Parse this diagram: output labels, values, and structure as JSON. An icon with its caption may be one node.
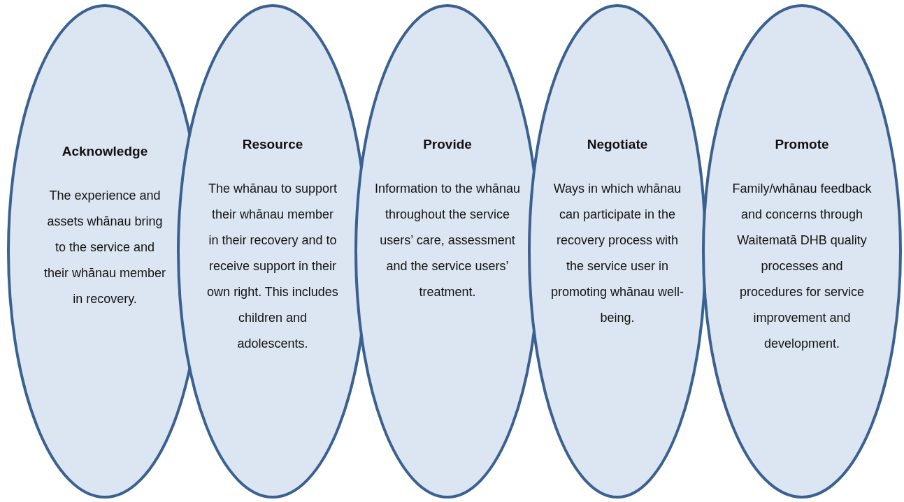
{
  "diagram": {
    "nodes": [
      {
        "text": [
          "Acknowledge",
          "The experience and assets whānau bring to the service and their whānau member in recovery."
        ]
      },
      {
        "text": [
          "Resource",
          "The whānau to support their whānau member in their recovery and to receive support in their own right. This includes children and adolescents."
        ]
      },
      {
        "text": [
          "Provide",
          "Information to the whānau throughout the service users’ care, assessment and the service users’ treatment."
        ]
      },
      {
        "text": [
          "Negotiate",
          "Ways in which whānau can participate in the recovery process with the service user in promoting whānau well-being."
        ]
      },
      {
        "text": [
          "Promote",
          "Family/whānau feedback and concerns through Waitematā DHB quality processes and procedures for service improvement and development."
        ]
      }
    ]
  }
}
